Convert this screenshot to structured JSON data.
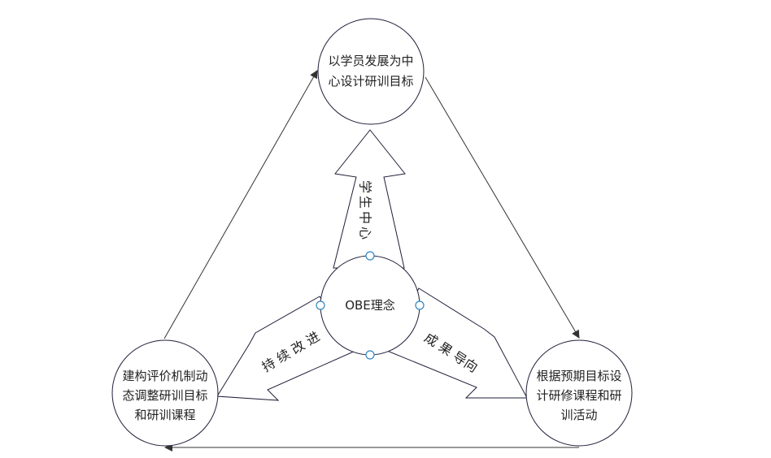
{
  "center": {
    "label": "OBE理念"
  },
  "nodes": {
    "top": {
      "line1": "以学员发展为中",
      "line2": "心设计研训目标"
    },
    "right": {
      "line1": "根据预期目标设",
      "line2": "计研修课程和研",
      "line3": "训活动"
    },
    "left": {
      "line1": "建构评价机制动",
      "line2": "态调整研训目标",
      "line3": "和研训课程"
    }
  },
  "arrows": {
    "up": {
      "label": "学生中心"
    },
    "right": {
      "label": "成 果 导向"
    },
    "left": {
      "label": "持 续 改 进"
    }
  },
  "colors": {
    "stroke": "#1f1f3a",
    "handle": "#2e86c1"
  }
}
